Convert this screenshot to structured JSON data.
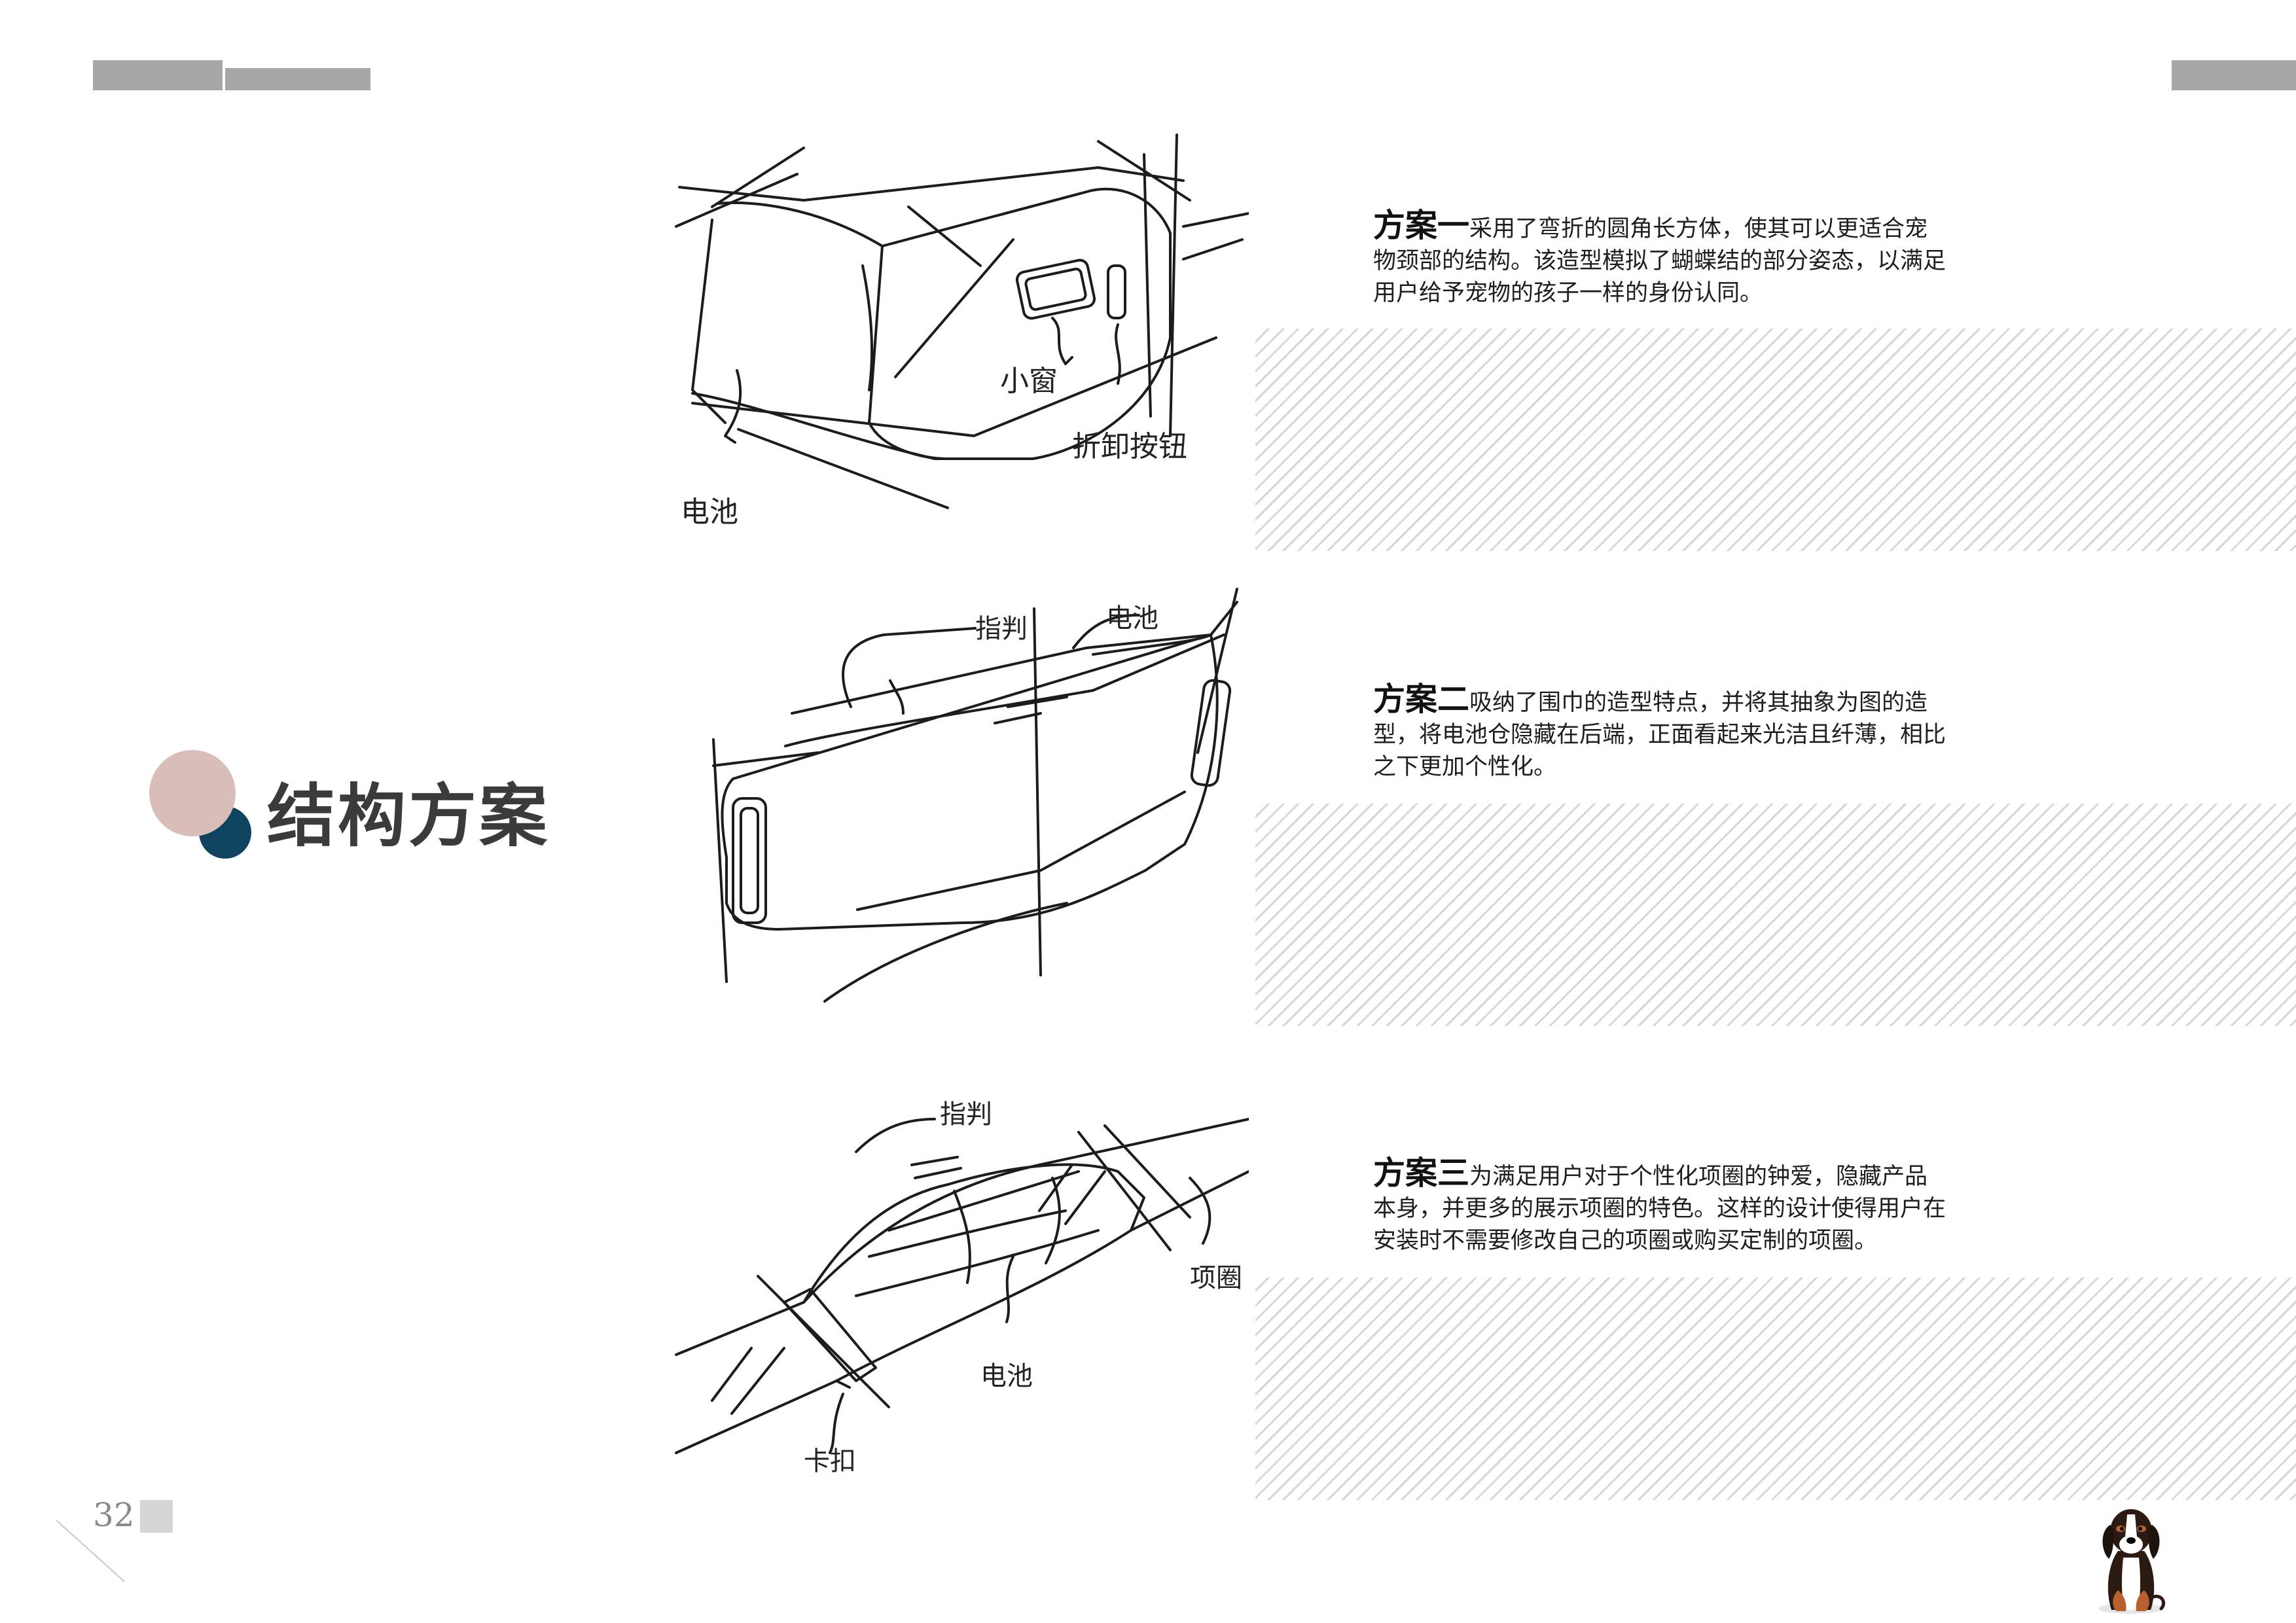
{
  "section": {
    "title": "结构方案"
  },
  "page": {
    "number": "32"
  },
  "colors": {
    "pink_circle": "#d9bdb9",
    "navy_circle": "#0e4462",
    "header_bar": "#a7a7a7",
    "hatch": "#d6d6d6"
  },
  "schemes": [
    {
      "lead": "方案一",
      "text": "采用了弯折的圆角长方体，使其可以更适合宠物颈部的结构。该造型模拟了蝴蝶结的部分姿态，以满足用户给予宠物的孩子一样的身份认同。",
      "sketch_labels": [
        "电池",
        "小窗",
        "折卸按钮"
      ]
    },
    {
      "lead": "方案二",
      "text": "吸纳了围巾的造型特点，并将其抽象为图的造型，将电池仓隐藏在后端，正面看起来光洁且纤薄，相比之下更加个性化。",
      "sketch_labels": [
        "指判",
        "电池"
      ]
    },
    {
      "lead": "方案三",
      "text": "为满足用户对于个性化项圈的钟爱，隐藏产品本身，并更多的展示项圈的特色。这样的设计使得用户在安装时不需要修改自己的项圈或购买定制的项圈。",
      "sketch_labels": [
        "指判",
        "项圈",
        "电池",
        "卡扣"
      ]
    }
  ]
}
